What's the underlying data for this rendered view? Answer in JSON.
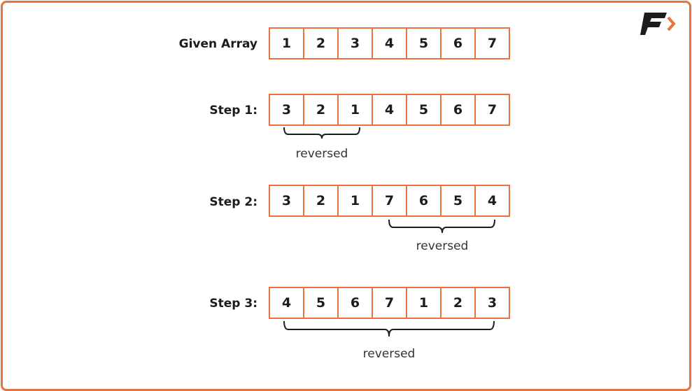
{
  "colors": {
    "accent": "#e8733c",
    "text": "#1c1c1c"
  },
  "logo": {
    "icon": "f-arrow-logo"
  },
  "rows": [
    {
      "label": "Given Array",
      "values": [
        "1",
        "2",
        "3",
        "4",
        "5",
        "6",
        "7"
      ]
    },
    {
      "label": "Step 1:",
      "values": [
        "3",
        "2",
        "1",
        "4",
        "5",
        "6",
        "7"
      ],
      "note": "reversed"
    },
    {
      "label": "Step 2:",
      "values": [
        "3",
        "2",
        "1",
        "7",
        "6",
        "5",
        "4"
      ],
      "note": "reversed"
    },
    {
      "label": "Step 3:",
      "values": [
        "4",
        "5",
        "6",
        "7",
        "1",
        "2",
        "3"
      ],
      "note": "reversed"
    }
  ]
}
